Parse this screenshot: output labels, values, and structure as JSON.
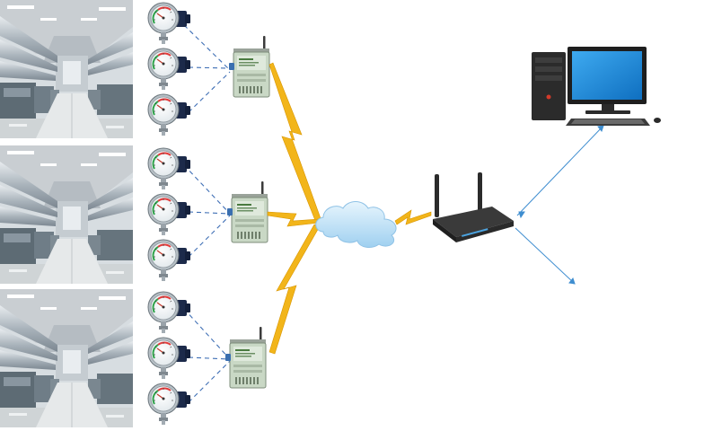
{
  "diagram": {
    "substation_photos": [
      {
        "id": "substation-photo-1"
      },
      {
        "id": "substation-photo-2"
      },
      {
        "id": "substation-photo-3"
      }
    ],
    "gauge_groups": [
      {
        "gauges": 3,
        "collector": "collector-1"
      },
      {
        "gauges": 3,
        "collector": "collector-2"
      },
      {
        "gauges": 3,
        "collector": "collector-3"
      }
    ],
    "icons": {
      "gauge": "pressure-gauge-icon",
      "collector": "wireless-collector-icon",
      "cloud": "cloud-icon",
      "router": "wireless-router-icon",
      "computer": "desktop-computer-icon",
      "signal": "lightning-signal-icon"
    },
    "colors": {
      "dashed_link": "#3f6fb5",
      "wireless_bolt": "#f2b51a",
      "cloud": "#bfe0f7",
      "monitor_screen": "#1a8fe0",
      "router_body": "#2f2f2f",
      "collector_body": "#c9d8c5"
    }
  }
}
